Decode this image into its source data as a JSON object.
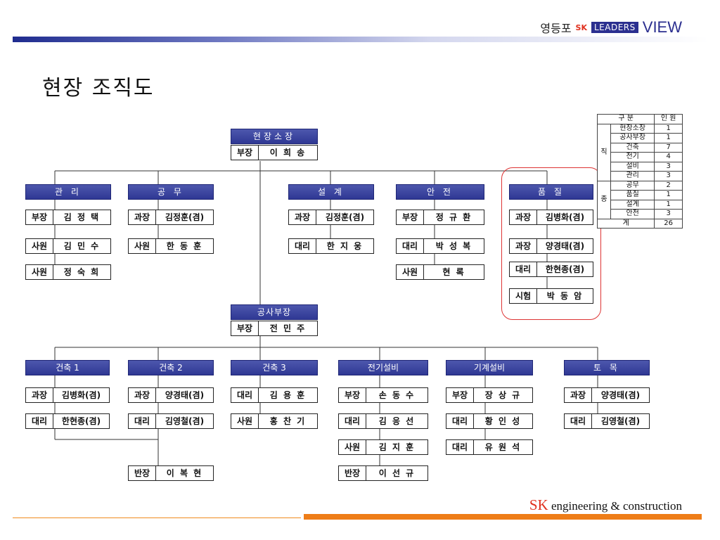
{
  "brand": {
    "city": "영등포",
    "sk": "SK",
    "leaders": "LEADERS",
    "view": "VIEW"
  },
  "title": "현장 조직도",
  "top": {
    "head": "현장소장",
    "rank": "부장",
    "name": "이 희 송"
  },
  "depts": [
    {
      "head": "관 리",
      "rows": [
        {
          "rank": "부장",
          "name": "김 정 택"
        },
        {
          "rank": "사원",
          "name": "김 민 수"
        },
        {
          "rank": "사원",
          "name": "정 숙 희"
        }
      ]
    },
    {
      "head": "공 무",
      "rows": [
        {
          "rank": "과장",
          "name": "김정훈(겸)"
        },
        {
          "rank": "사원",
          "name": "한 동 훈"
        }
      ]
    },
    {
      "head": "설 계",
      "rows": [
        {
          "rank": "과장",
          "name": "김정훈(겸)"
        },
        {
          "rank": "대리",
          "name": "한 지 웅"
        }
      ]
    },
    {
      "head": "안 전",
      "rows": [
        {
          "rank": "부장",
          "name": "정 규 환"
        },
        {
          "rank": "대리",
          "name": "박 성 복"
        },
        {
          "rank": "사원",
          "name": "현  록"
        }
      ]
    },
    {
      "head": "품 질",
      "rows": [
        {
          "rank": "과장",
          "name": "김병화(겸)"
        },
        {
          "rank": "과장",
          "name": "양경태(겸)"
        },
        {
          "rank": "대리",
          "name": "한현종(겸)"
        },
        {
          "rank": "시험",
          "name": "박 동 암"
        }
      ]
    }
  ],
  "sub": {
    "head": "공사부장",
    "rank": "부장",
    "name": "전 민 주"
  },
  "teams": [
    {
      "head": "건축 1",
      "rows": [
        {
          "rank": "과장",
          "name": "김병화(겸)"
        },
        {
          "rank": "대리",
          "name": "한현종(겸)"
        }
      ]
    },
    {
      "head": "건축 2",
      "rows": [
        {
          "rank": "과장",
          "name": "양경태(겸)"
        },
        {
          "rank": "대리",
          "name": "김영철(겸)"
        }
      ]
    },
    {
      "head": "건축 3",
      "rows": [
        {
          "rank": "대리",
          "name": "김 용 훈"
        },
        {
          "rank": "사원",
          "name": "홍 찬 기"
        }
      ]
    },
    {
      "head": "전기설비",
      "rows": [
        {
          "rank": "부장",
          "name": "손 동 수"
        },
        {
          "rank": "대리",
          "name": "김 응 선"
        },
        {
          "rank": "사원",
          "name": "김 지 훈"
        },
        {
          "rank": "반장",
          "name": "이 선 규"
        }
      ]
    },
    {
      "head": "기계설비",
      "rows": [
        {
          "rank": "부장",
          "name": "장 상 규"
        },
        {
          "rank": "대리",
          "name": "황 인 성"
        },
        {
          "rank": "대리",
          "name": "유 원 석"
        }
      ]
    },
    {
      "head": "토 목",
      "rows": [
        {
          "rank": "과장",
          "name": "양경태(겸)"
        },
        {
          "rank": "대리",
          "name": "김영철(겸)"
        }
      ]
    }
  ],
  "extra": {
    "rank": "반장",
    "name": "이 복 현"
  },
  "stats": {
    "header": [
      "구 분",
      "인 원"
    ],
    "group_label_1": "직",
    "group_label_2": "종",
    "rows": [
      {
        "label": "현장소장",
        "count": "1"
      },
      {
        "label": "공사부장",
        "count": "1"
      },
      {
        "label": "건축",
        "count": "7"
      },
      {
        "label": "전기",
        "count": "4"
      },
      {
        "label": "설비",
        "count": "3"
      },
      {
        "label": "관리",
        "count": "3"
      },
      {
        "label": "공무",
        "count": "2"
      },
      {
        "label": "품질",
        "count": "1"
      },
      {
        "label": "설계",
        "count": "1"
      },
      {
        "label": "안전",
        "count": "3"
      }
    ],
    "total_label": "계",
    "total": "26"
  },
  "footer": {
    "sk": "SK",
    "text": " engineering & construction"
  }
}
